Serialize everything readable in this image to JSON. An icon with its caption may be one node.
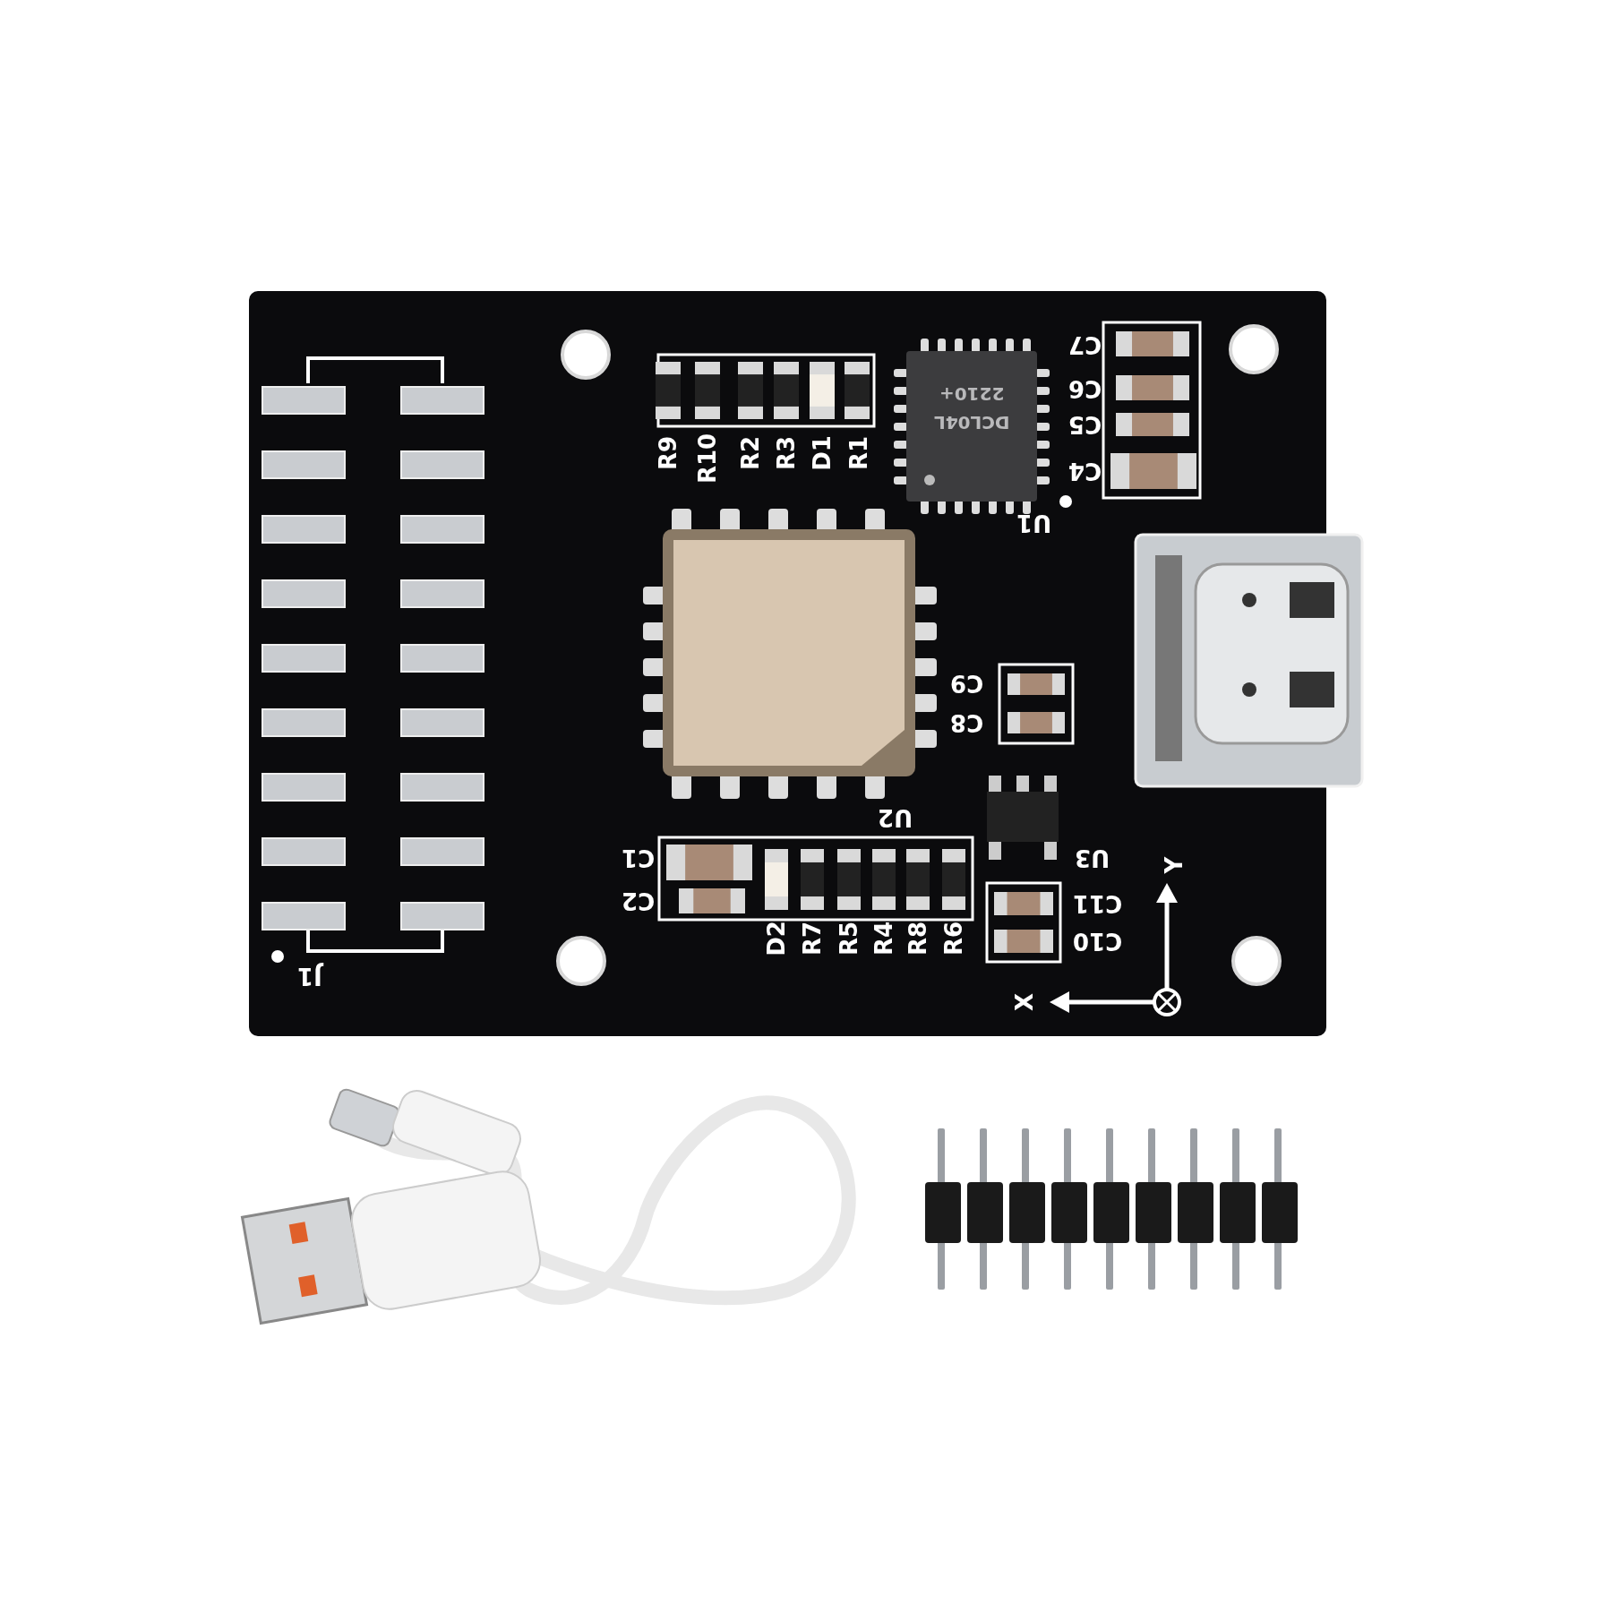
{
  "diagram": {
    "labels": [
      "C7",
      "R9",
      "R10",
      "R2",
      "R3",
      "D1",
      "R1",
      "2210+",
      "DCL04L",
      "C6",
      "C5",
      "C4",
      "U1",
      "C9",
      "C8",
      "U2",
      "C1",
      "U3",
      "Y",
      "C2",
      "C11",
      "D2",
      "R7",
      "R5",
      "R4",
      "R8",
      "R6",
      "C10",
      "J1",
      "X"
    ]
  }
}
